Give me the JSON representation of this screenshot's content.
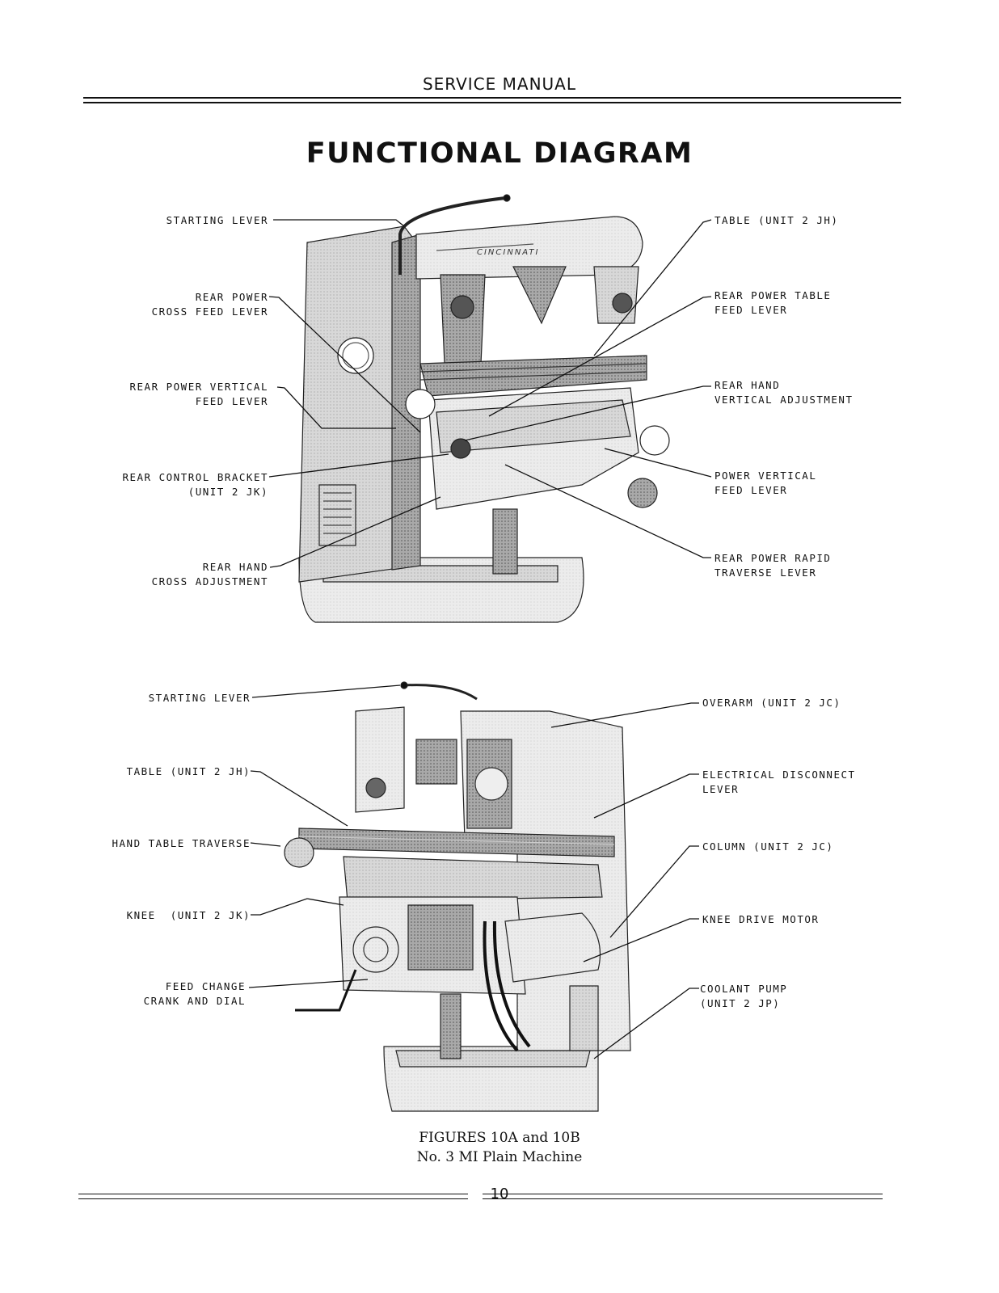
{
  "header": {
    "title": "SERVICE MANUAL"
  },
  "page_title": "FUNCTIONAL DIAGRAM",
  "figure_a": {
    "labels": {
      "starting_lever": "STARTING LEVER",
      "rear_power_cross_feed": "REAR POWER\nCROSS FEED LEVER",
      "rear_power_vertical_feed": "REAR POWER VERTICAL\nFEED LEVER",
      "rear_control_bracket": "REAR CONTROL BRACKET\n(UNIT 2 JK)",
      "rear_hand_cross": "REAR HAND\nCROSS ADJUSTMENT",
      "table": "TABLE (UNIT 2 JH)",
      "rear_power_table_feed": "REAR POWER TABLE\nFEED LEVER",
      "rear_hand_vertical": "REAR HAND\nVERTICAL ADJUSTMENT",
      "power_vertical_feed": "POWER VERTICAL\nFEED LEVER",
      "rear_power_rapid": "REAR POWER RAPID\nTRAVERSE LEVER"
    },
    "nameplate": "CINCINNATI"
  },
  "figure_b": {
    "labels": {
      "starting_lever": "STARTING LEVER",
      "table": "TABLE (UNIT 2 JH)",
      "hand_table_traverse": "HAND TABLE TRAVERSE",
      "knee": "KNEE  (UNIT 2 JK)",
      "feed_change": "FEED CHANGE\nCRANK AND DIAL",
      "overarm": "OVERARM (UNIT 2 JC)",
      "electrical_disconnect": "ELECTRICAL DISCONNECT\nLEVER",
      "column": "COLUMN (UNIT 2 JC)",
      "knee_drive_motor": "KNEE DRIVE MOTOR",
      "coolant_pump": "COOLANT PUMP\n(UNIT 2 JP)"
    }
  },
  "caption": {
    "line1": "FIGURES 10A and 10B",
    "line2": "No. 3 MI Plain Machine"
  },
  "footer": {
    "page_number": "10"
  }
}
